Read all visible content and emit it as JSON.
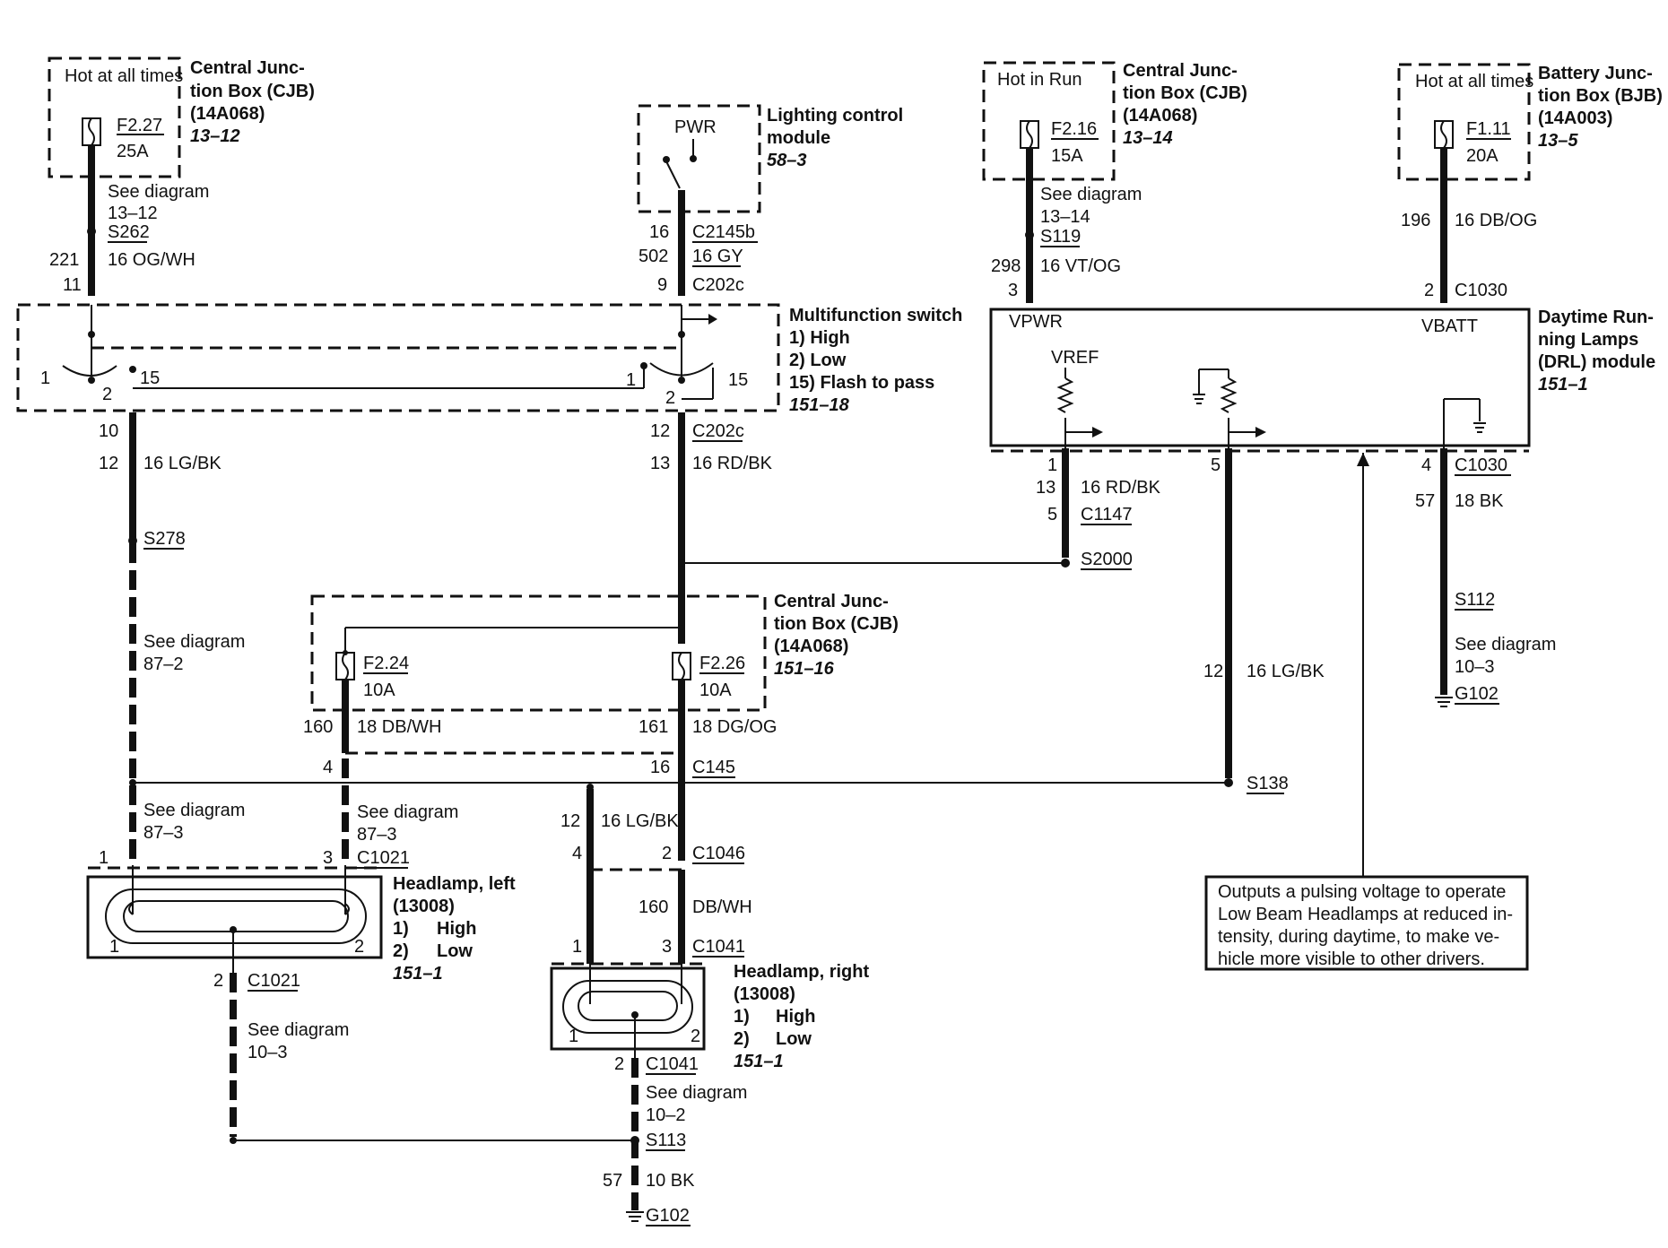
{
  "fuses": {
    "cjb_left": {
      "status": "Hot at all times",
      "fuse": "F2.27",
      "amps": "25A"
    },
    "cjb_run": {
      "status": "Hot in Run",
      "fuse": "F2.16",
      "amps": "15A"
    },
    "bjb": {
      "status": "Hot at all times",
      "fuse": "F1.11",
      "amps": "20A"
    },
    "cjb_mid_left": {
      "fuse": "F2.24",
      "amps": "10A"
    },
    "cjb_mid_right": {
      "fuse": "F2.26",
      "amps": "10A"
    }
  },
  "components": {
    "cjb_top_left": {
      "l1": "Central Junc-",
      "l2": "tion Box (CJB)",
      "l3": "(14A068)",
      "ref": "13–12"
    },
    "lcm": {
      "pwr": "PWR",
      "l1": "Lighting control",
      "l2": "module",
      "ref": "58–3"
    },
    "cjb_top_right": {
      "l1": "Central Junc-",
      "l2": "tion Box (CJB)",
      "l3": "(14A068)",
      "ref": "13–14"
    },
    "bjb": {
      "l1": "Battery Junc-",
      "l2": "tion Box (BJB)",
      "l3": "(14A003)",
      "ref": "13–5"
    },
    "mfs": {
      "l1": "Multifunction switch",
      "l2": "1)   High",
      "l3": "2)   Low",
      "l4": "15)  Flash to pass",
      "ref": "151–18"
    },
    "drl": {
      "l1": "Daytime Run-",
      "l2": "ning Lamps",
      "l3": "(DRL) module",
      "ref": "151–1",
      "vpwr": "VPWR",
      "vbatt": "VBATT",
      "vref": "VREF"
    },
    "cjb_mid": {
      "l1": "Central Junc-",
      "l2": "tion Box (CJB)",
      "l3": "(14A068)",
      "ref": "151–16"
    },
    "hl_left": {
      "l1": "Headlamp, left",
      "l2": "(13008)",
      "l3": "1)",
      "l3b": "High",
      "l4": "2)",
      "l4b": "Low",
      "ref": "151–1"
    },
    "hl_right": {
      "l1": "Headlamp, right",
      "l2": "(13008)",
      "l3": "1)",
      "l3b": "High",
      "l4": "2)",
      "l4b": "Low",
      "ref": "151–1"
    }
  },
  "note": {
    "l1": "Outputs a pulsing voltage to operate",
    "l2": "Low Beam Headlamps at reduced in-",
    "l3": "tensity, during daytime, to make ve-",
    "l4": "hicle more visible to other drivers."
  },
  "labels": {
    "see_13_12_a": "See diagram",
    "see_13_12_b": "13–12",
    "s262": "S262",
    "n221": "221",
    "og_wh": "16 OG/WH",
    "n11": "11",
    "n16a": "16",
    "c2145b": "C2145b",
    "n502": "502",
    "gy": "16 GY",
    "n9": "9",
    "c202c_a": "C202c",
    "see_13_14_a": "See diagram",
    "see_13_14_b": "13–14",
    "s119": "S119",
    "n298": "298",
    "vt_og": "16 VT/OG",
    "n3a": "3",
    "n196": "196",
    "db_og": "16 DB/OG",
    "n2a": "2",
    "c1030_a": "C1030",
    "p1": "1",
    "p2": "2",
    "p15": "15",
    "p1b": "1",
    "p2b": "2",
    "p15b": "15",
    "n10": "10",
    "n12a": "12",
    "lg_bk_a": "16 LG/BK",
    "n12b": "12",
    "c202c_b": "C202c",
    "n13a": "13",
    "rd_bk_a": "16 RD/BK",
    "s278": "S278",
    "see_87_2_a": "See diagram",
    "see_87_2_b": "87–2",
    "d1": "1",
    "n13b": "13",
    "rd_bk_b": "16 RD/BK",
    "n5a": "5",
    "c1147": "C1147",
    "s2000": "S2000",
    "d5": "5",
    "d4": "4",
    "c1030_b": "C1030",
    "n57a": "57",
    "bk18": "18 BK",
    "s112": "S112",
    "see_10_3_a": "See diagram",
    "see_10_3_b": "10–3",
    "g102_a": "G102",
    "n12c": "12",
    "lg_bk_b": "16 LG/BK",
    "n160a": "160",
    "db_wh18": "18 DB/WH",
    "n161": "161",
    "dg_og": "18 DG/OG",
    "n4a": "4",
    "n16b": "16",
    "c145": "C145",
    "s138": "S138",
    "see_87_3_a": "See diagram",
    "see_87_3_b": "87–3",
    "see_87_3_c": "See diagram",
    "see_87_3_d": "87–3",
    "n12d": "12",
    "lg_bk_c": "16 LG/BK",
    "n4b": "4",
    "n2b": "2",
    "c1046": "C1046",
    "n1a": "1",
    "n3b": "3",
    "c1021_a": "C1021",
    "hl1": "1",
    "hl2": "2",
    "n160b": "160",
    "db_wh": "DB/WH",
    "n1b": "1",
    "n3c": "3",
    "c1041_a": "C1041",
    "n2c": "2",
    "c1021_b": "C1021",
    "see_10_3_c": "See diagram",
    "see_10_3_d": "10–3",
    "hr1": "1",
    "hr2": "2",
    "n2d": "2",
    "c1041_b": "C1041",
    "see_10_2_a": "See diagram",
    "see_10_2_b": "10–2",
    "s113": "S113",
    "n57b": "57",
    "bk10": "10 BK",
    "g102_b": "G102"
  }
}
